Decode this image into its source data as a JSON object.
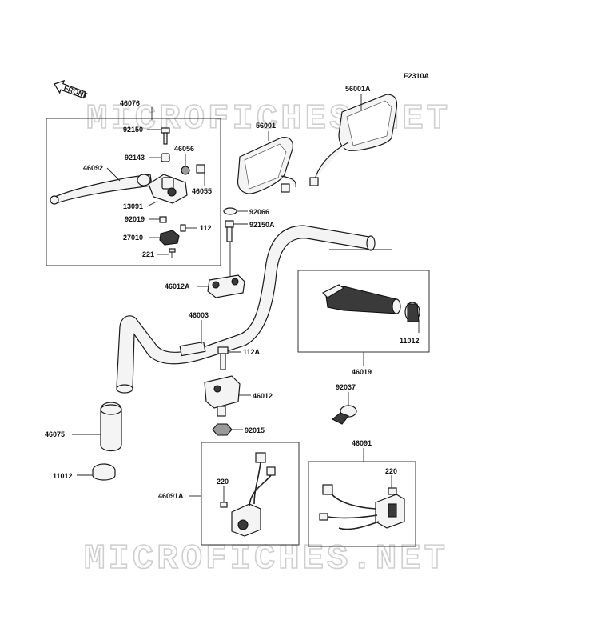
{
  "figure_code": "F2310A",
  "front_marker": "FRONT",
  "watermark": "MICROFICHES.NET",
  "parts": {
    "p46076": "46076",
    "p92150": "92150",
    "p92143": "92143",
    "p46056": "46056",
    "p46092": "46092",
    "p46055": "46055",
    "p13091": "13091",
    "p92019": "92019",
    "p112a": "112",
    "p27010": "27010",
    "p221": "221",
    "p56001A": "56001A",
    "p56001": "56001",
    "p92066": "92066",
    "p92150A": "92150A",
    "p46012A": "46012A",
    "p46003": "46003",
    "p112A": "112A",
    "p46012": "46012",
    "p92015": "92015",
    "p46075": "46075",
    "p11012a": "11012",
    "p11012b": "11012",
    "p46019": "46019",
    "p92037": "92037",
    "p46091": "46091",
    "p46091A": "46091A",
    "p220a": "220",
    "p220b": "220"
  }
}
